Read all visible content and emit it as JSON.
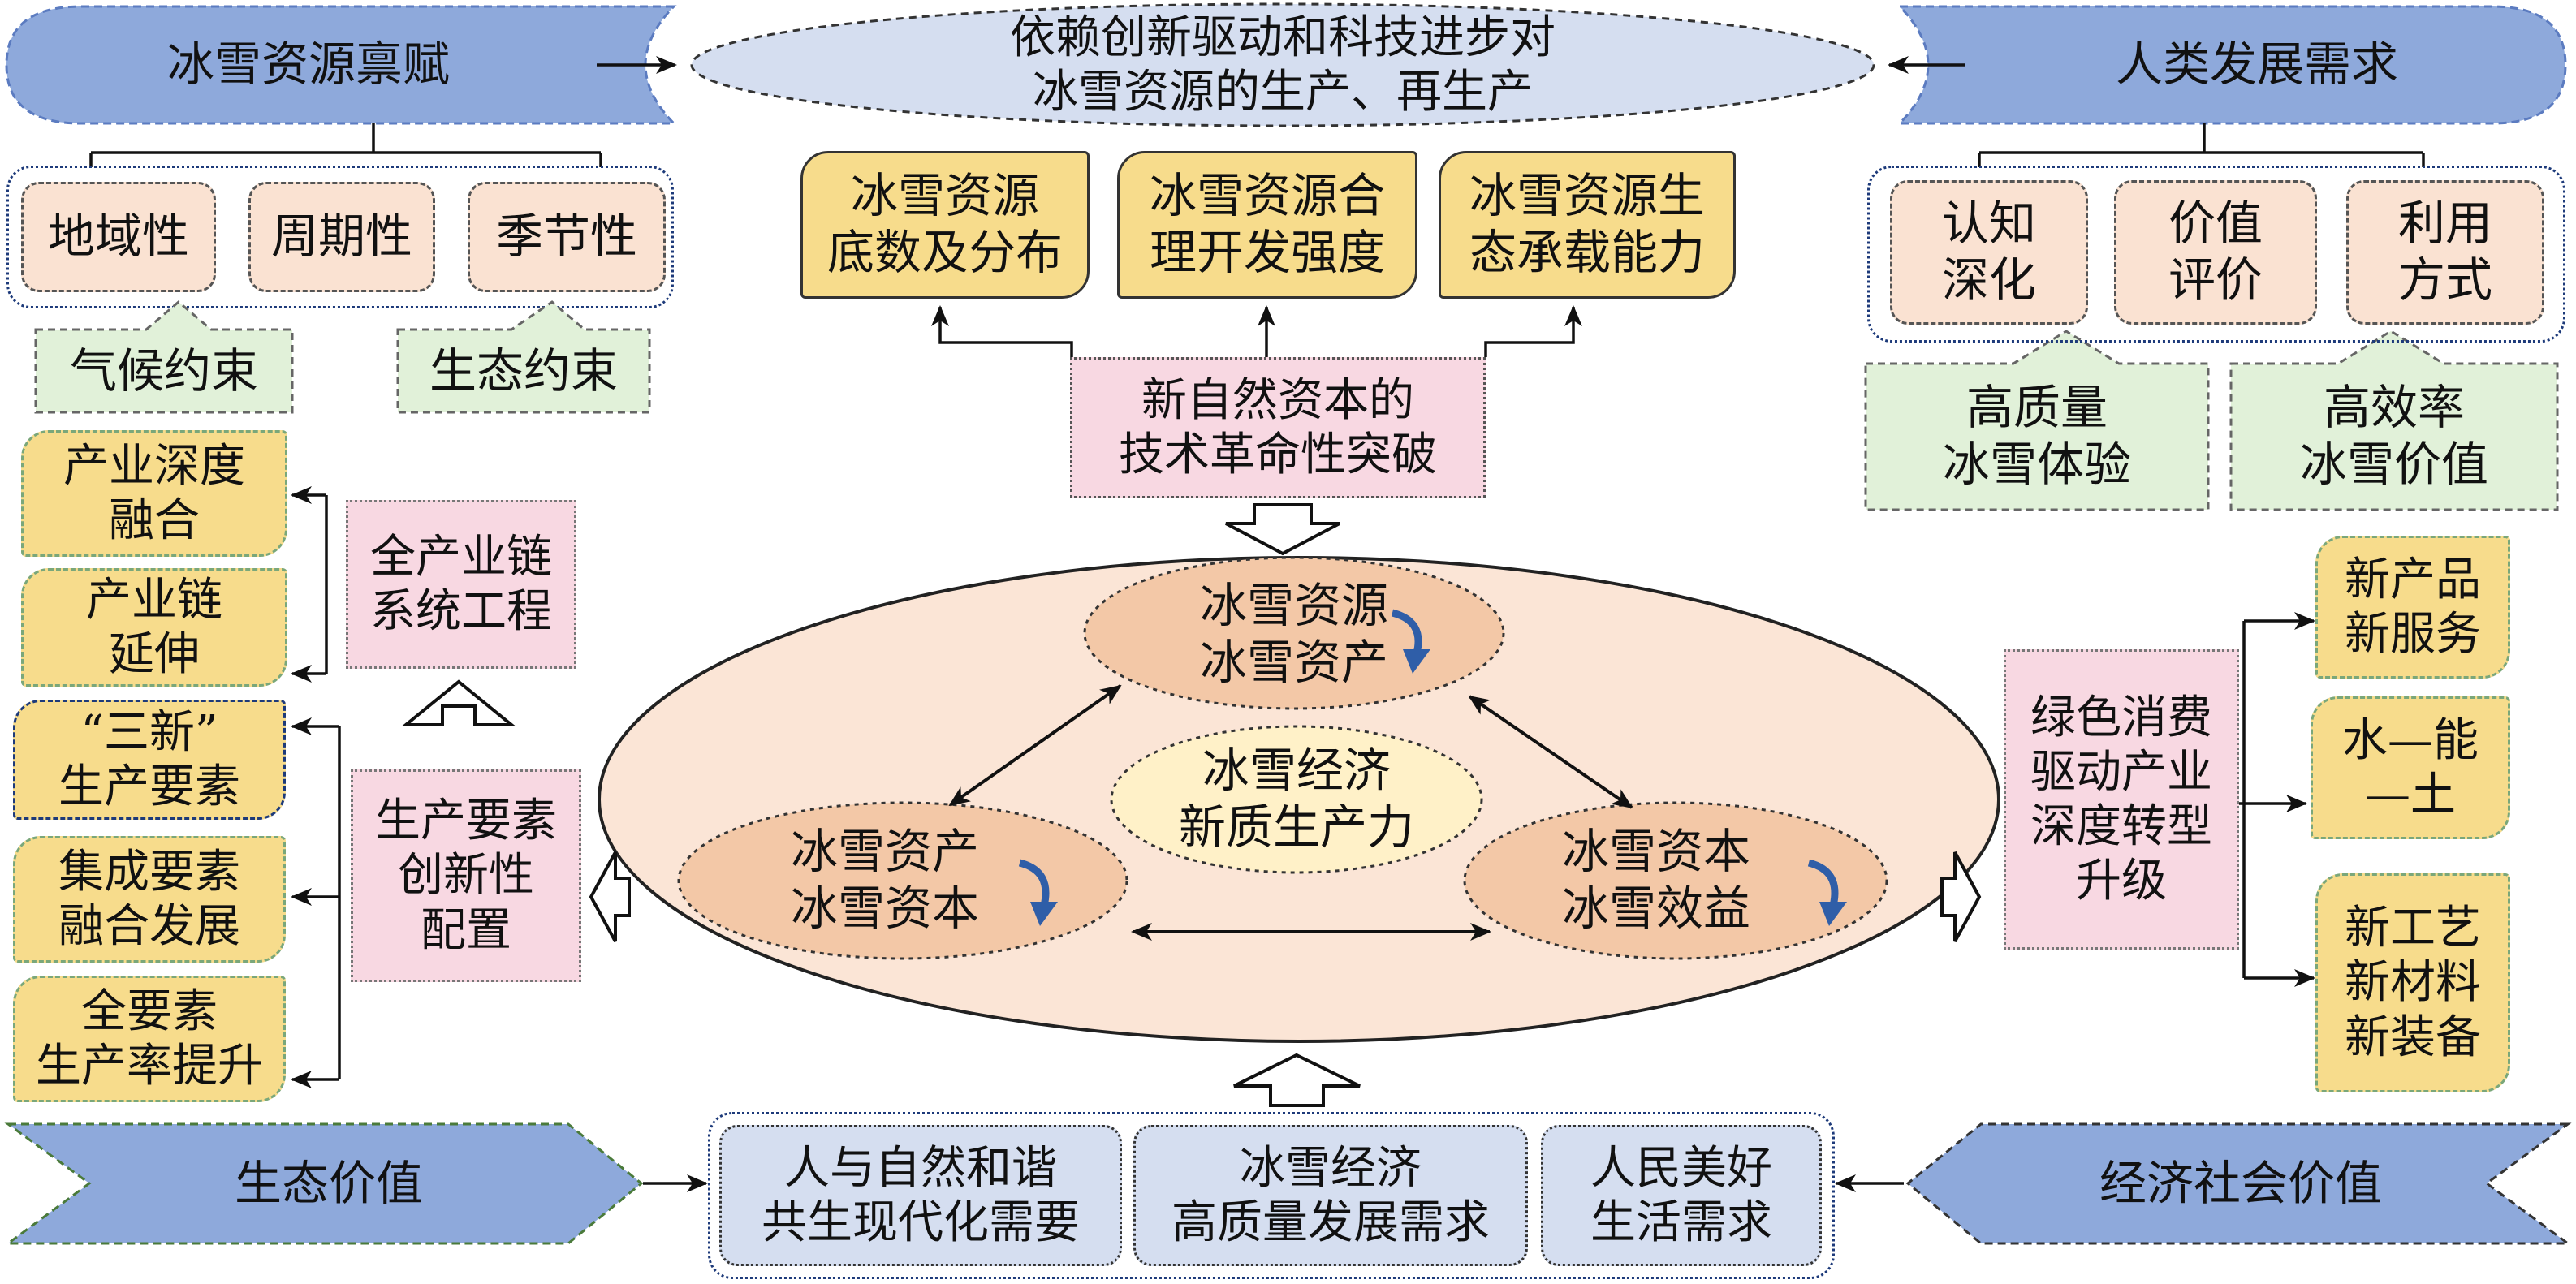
{
  "top_banners": {
    "left": "冰雪资源禀赋",
    "right": "人类发展需求",
    "center_line1": "依赖创新驱动和科技进步对",
    "center_line2": "冰雪资源的生产、再生产"
  },
  "left_attributes": [
    "地域性",
    "周期性",
    "季节性"
  ],
  "left_constraints": [
    "气候约束",
    "生态约束"
  ],
  "center_top_boxes": [
    {
      "l1": "冰雪资源",
      "l2": "底数及分布"
    },
    {
      "l1": "冰雪资源合",
      "l2": "理开发强度"
    },
    {
      "l1": "冰雪资源生",
      "l2": "态承载能力"
    }
  ],
  "breakthrough": {
    "l1": "新自然资本的",
    "l2": "技术革命性突破"
  },
  "right_attributes": [
    {
      "l1": "认知",
      "l2": "深化"
    },
    {
      "l1": "价值",
      "l2": "评价"
    },
    {
      "l1": "利用",
      "l2": "方式"
    }
  ],
  "right_goals": [
    {
      "l1": "高质量",
      "l2": "冰雪体验"
    },
    {
      "l1": "高效率",
      "l2": "冰雪价值"
    }
  ],
  "industry_chain": {
    "label": {
      "l1": "全产业链",
      "l2": "系统工程"
    },
    "items": [
      {
        "l1": "产业深度",
        "l2": "融合"
      },
      {
        "l1": "产业链",
        "l2": "延伸"
      }
    ]
  },
  "production_factors": {
    "label": {
      "l1": "生产要素",
      "l2": "创新性",
      "l3": "配置"
    },
    "items": [
      {
        "l1": "“三新”",
        "l2": "生产要素"
      },
      {
        "l1": "集成要素",
        "l2": "融合发展"
      },
      {
        "l1": "全要素",
        "l2": "生产率提升"
      }
    ]
  },
  "core_cycle": {
    "center": {
      "l1": "冰雪经济",
      "l2": "新质生产力"
    },
    "top": {
      "l1": "冰雪资源",
      "l2": "冰雪资产"
    },
    "left": {
      "l1": "冰雪资产",
      "l2": "冰雪资本"
    },
    "right": {
      "l1": "冰雪资本",
      "l2": "冰雪效益"
    }
  },
  "green_consumption": {
    "l1": "绿色消费",
    "l2": "驱动产业",
    "l3": "深度转型",
    "l4": "升级"
  },
  "outcomes": [
    {
      "l1": "新产品",
      "l2": "新服务"
    },
    {
      "l1": "水—能",
      "l2": "—土"
    },
    {
      "l1": "新工艺",
      "l2": "新材料",
      "l3": "新装备"
    }
  ],
  "bottom_banners": {
    "left": "生态价值",
    "right": "经济社会价值"
  },
  "bottom_needs": [
    {
      "l1": "人与自然和谐",
      "l2": "共生现代化需要"
    },
    {
      "l1": "冰雪经济",
      "l2": "高质量发展需求"
    },
    {
      "l1": "人民美好",
      "l2": "生活需求"
    }
  ],
  "colors": {
    "banner": "#8ea9db",
    "yellow": "#f7dc8c",
    "peach": "#fae2d2",
    "green": "#e1f1d9",
    "pink": "#f8d8e2",
    "blue_box": "#d5def0",
    "core_ellipse": "#fbe5d6",
    "cycle_node": "#f3c8a7",
    "cycle_arrow": "#2f5ea8"
  },
  "icons": [
    "cycle-arrow-icon",
    "hollow-arrow-icon"
  ]
}
